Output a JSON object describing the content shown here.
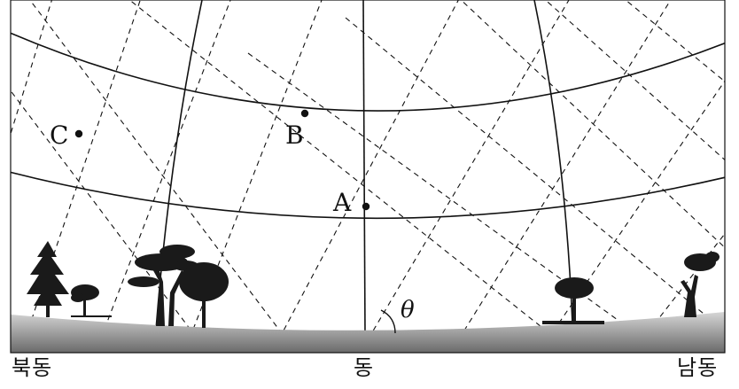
{
  "diagram": {
    "points": [
      {
        "id": "A",
        "label": "A"
      },
      {
        "id": "B",
        "label": "B"
      },
      {
        "id": "C",
        "label": "C"
      }
    ],
    "angle_label": "θ",
    "directions": {
      "left": "북동",
      "center": "동",
      "right": "남동"
    }
  },
  "colors": {
    "line": "#111111",
    "ground_top": "#d9d9d9",
    "ground_bottom": "#6a6a6a",
    "tree": "#1a1a1a"
  }
}
